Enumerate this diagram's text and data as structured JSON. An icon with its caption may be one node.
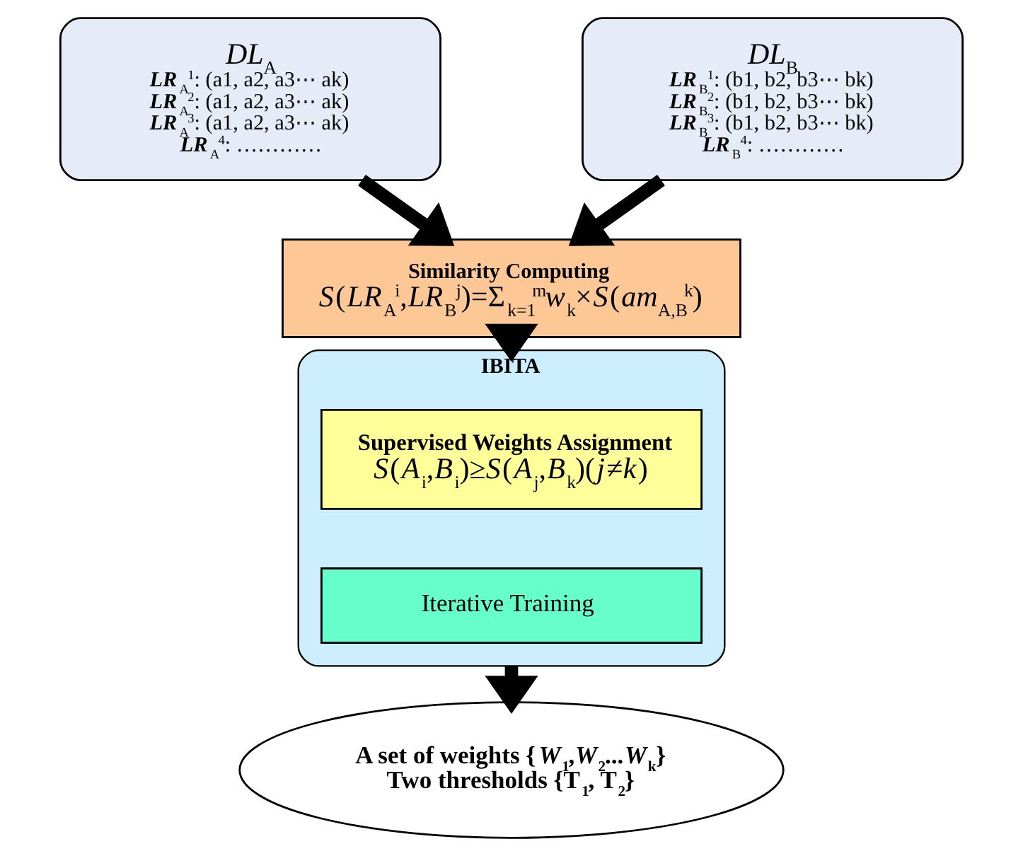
{
  "diagram": {
    "nodes": [
      {
        "text": [
          "*DL*$_{A}$",
          "**LR**$_{A}$$^{1}$: (a1, a2, a3⋯ ak)",
          "**LR**$_{A}$$^{2}$: (a1, a2, a3⋯ ak)",
          "**LR**$_{A}$$^{3}$: (a1, a2, a3⋯ ak)",
          "**LR**$_{A}$$^{4}$: …………"
        ]
      },
      {
        "text": [
          "*DL*$_{B}$",
          "**LR**$_{B}$$^{1}$: (b1, b2, b3⋯ bk)",
          "**LR**$_{B}$$^{2}$: (b1, b2, b3⋯ bk)",
          "**LR**$_{B}$$^{3}$: (b1, b2, b3⋯ bk)",
          "**LR**$_{B}$$^{4}$: …………"
        ]
      },
      {
        "text": [
          "Similarity Computing",
          "*S*(*LR*$_{A}$$^{i}$,*LR*$_{B}$$^{j}$)=Σ$_{k=1}$$^{m}$*w*$_{k}$×*S*(*am*$_{A,B}$$^{k}$)"
        ]
      },
      {
        "text": [
          "IBITA"
        ]
      },
      {
        "text": [
          "Supervised Weights Assignment",
          "*S*(*A*$_{i}$,*B*$_{i}$)≥*S*(*A*$_{j}$,*B*$_{k}$)(*j*≠*k*)"
        ],
        "in": 3
      },
      {
        "text": [
          "Iterative Training"
        ],
        "in": 3
      },
      {
        "text": [
          "A set of weights {*W*$_{1}$,*W*$_{2}$...*W*$_{k}$}",
          "Two thresholds {T$_{1}$, T$_{2}$}"
        ]
      }
    ],
    "edges": [
      {
        "from": 0,
        "to": 2,
        "arrow": "to"
      },
      {
        "from": 1,
        "to": 2,
        "arrow": "to"
      },
      {
        "from": 2,
        "to": 3,
        "arrow": "to"
      },
      {
        "from": 3,
        "to": 6,
        "arrow": "to"
      }
    ]
  }
}
